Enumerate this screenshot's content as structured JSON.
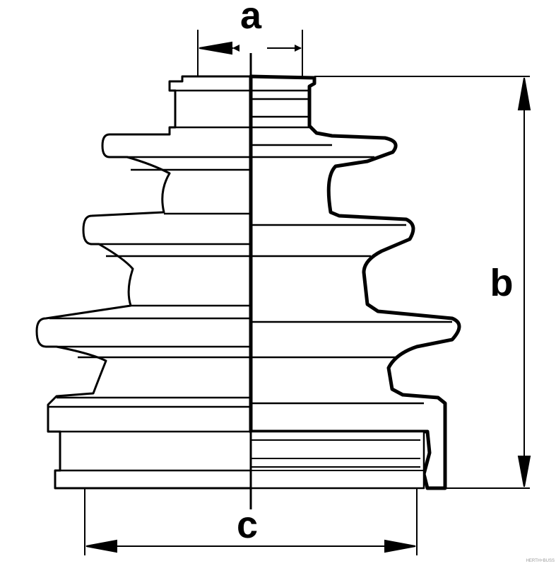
{
  "dimensions": {
    "a": "a",
    "b": "b",
    "c": "c"
  },
  "watermark": "HERTH+BUSS",
  "colors": {
    "line": "#000000",
    "background": "#ffffff"
  }
}
